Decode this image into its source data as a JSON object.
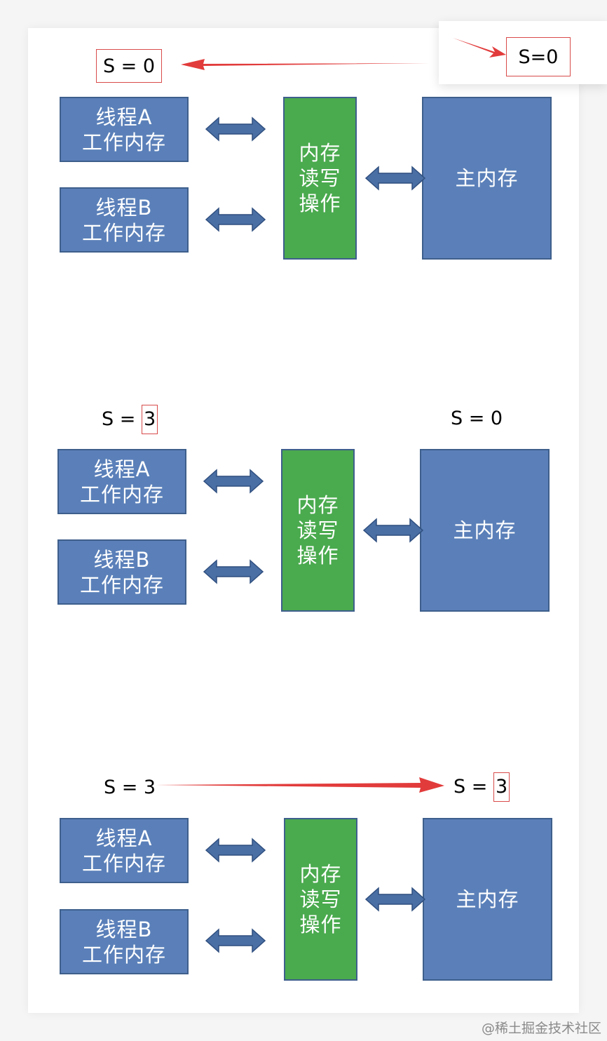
{
  "colors": {
    "thread_box": "#5b80b9",
    "rw_box": "#4aaa4e",
    "box_border": "#3e5f8c",
    "highlight": "#d94b4b",
    "arrow_red": "#e23b3b",
    "connector": "#4a6fa5"
  },
  "labels": {
    "threadA": "线程A\n工作内存",
    "threadB": "线程B\n工作内存",
    "rw": "内存\n读写\n操作",
    "main": "主内存"
  },
  "top": {
    "left_value": "S = 0",
    "popup_value": "S=0"
  },
  "middle": {
    "left_prefix": "S = ",
    "left_value": "3",
    "right_value": "S = 0"
  },
  "bottom": {
    "left_value": "S = 3",
    "right_prefix": "S = ",
    "right_value": "3"
  },
  "watermark": "@稀土掘金技术社区"
}
